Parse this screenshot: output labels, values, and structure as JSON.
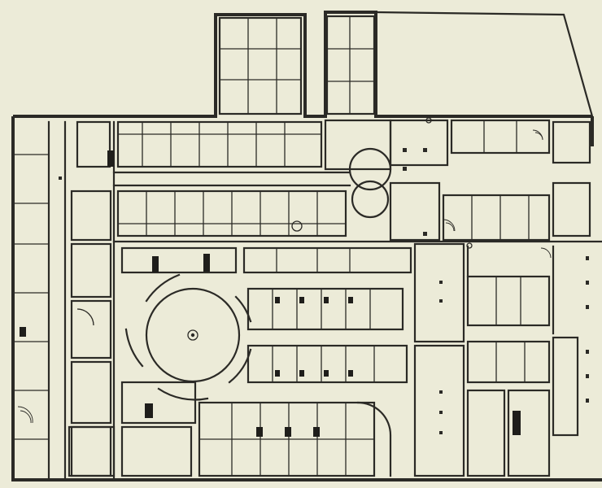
{
  "drawing": {
    "subject": "floor-plan",
    "colors": {
      "paper": "#ecebd8",
      "ink": "#2b2a26"
    },
    "features": [
      "rotunda-courtyard",
      "corridors",
      "rooms",
      "staircases",
      "columns"
    ]
  }
}
